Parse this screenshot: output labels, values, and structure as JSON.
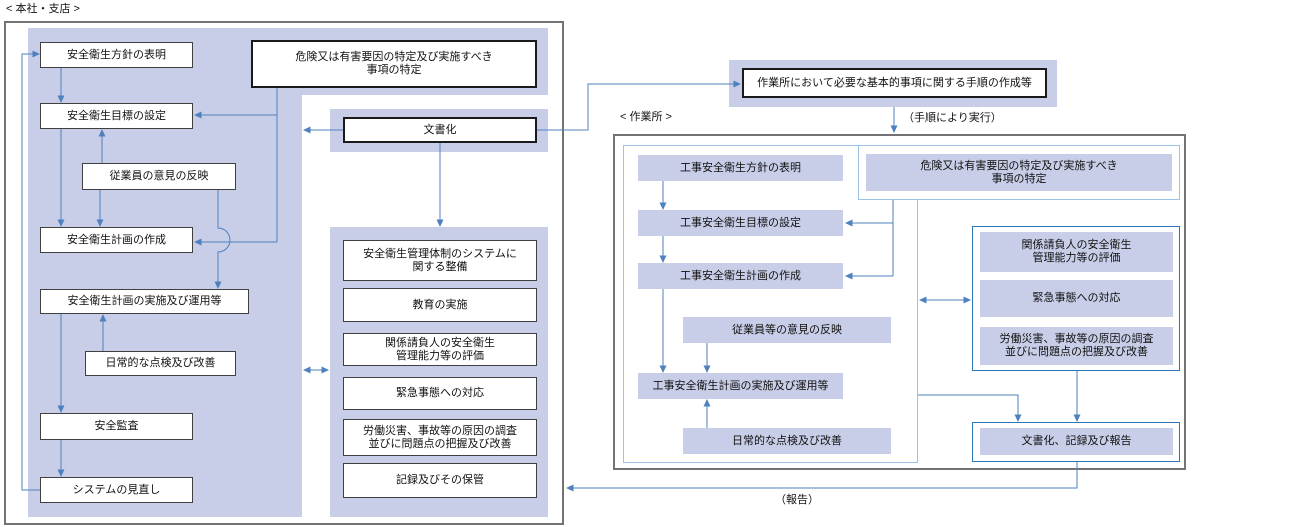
{
  "colors": {
    "lavender_fill": "#C9CEE8",
    "connector_blue": "#4E81BD",
    "frame_gray": "#737373",
    "inner_frame_blue": "#9CC2E5",
    "group_border_blue": "#2E75B6",
    "box_border_dark": "#404040"
  },
  "hq": {
    "label": "< 本社・支店 >",
    "flow": {
      "policy": "安全衛生方針の表明",
      "goal": "安全衛生目標の設定",
      "opinion": "従業員の意見の反映",
      "plan": "安全衛生計画の作成",
      "implement": "安全衛生計画の実施及び運用等",
      "daily_check": "日常的な点検及び改善",
      "audit": "安全監査",
      "review": "システムの見直し"
    },
    "hazard": "危険又は有害要因の特定及び実施すべき\n事項の特定",
    "documentation": "文書化",
    "support": {
      "system": "安全衛生管理体制のシステムに\n関する整備",
      "education": "教育の実施",
      "contractor": "関係請負人の安全衛生\n管理能力等の評価",
      "emergency": "緊急事態への対応",
      "accident": "労働災害、事故等の原因の調査\n並びに問題点の把握及び改善",
      "records": "記録及びその保管"
    }
  },
  "site": {
    "label": "< 作業所 >",
    "procedures": "作業所において必要な基本的事項に関する手順の作成等",
    "procedure_note": "（手順により実行）",
    "report_note": "（報告）",
    "hazard": "危険又は有害要因の特定及び実施すべき\n事項の特定",
    "flow": {
      "policy": "工事安全衛生方針の表明",
      "goal": "工事安全衛生目標の設定",
      "plan": "工事安全衛生計画の作成",
      "opinion": "従業員等の意見の反映",
      "implement": "工事安全衛生計画の実施及び運用等",
      "daily_check": "日常的な点検及び改善"
    },
    "support": {
      "contractor": "関係請負人の安全衛生\n管理能力等の評価",
      "emergency": "緊急事態への対応",
      "accident": "労働災害、事故等の原因の調査\n並びに問題点の把握及び改善"
    },
    "report_box": "文書化、記録及び報告"
  }
}
